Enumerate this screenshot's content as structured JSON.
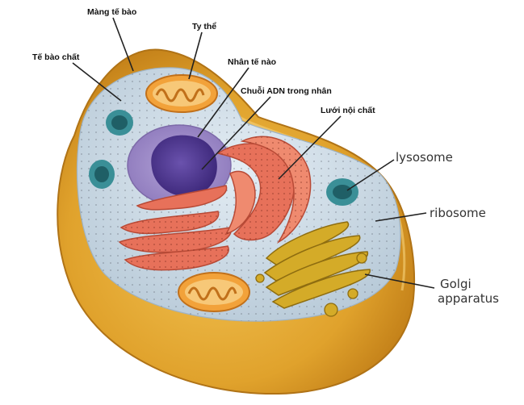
{
  "diagram": {
    "labels": {
      "cell_membrane": "Màng tế bào",
      "mitochondria": "Ty thể",
      "cytoplasm": "Tế bào chất",
      "nucleus": "Nhân tế nào",
      "dna": "Chuỗi ADN trong nhân",
      "er": "Lưới nội chất",
      "lysosome": "lysosome",
      "ribosome": "ribosome",
      "golgi_line1": "Golgi",
      "golgi_line2": "apparatus"
    },
    "colors": {
      "membrane": "#e0a52e",
      "membrane_dark": "#c7871b",
      "cytoplasm": "#cfdde8",
      "nucleus_outer": "#9b87c4",
      "nucleus_inner": "#4d3493",
      "er": "#e7715a",
      "mitochondria": "#f2a23a",
      "golgi": "#d4ab28",
      "lysosome": "#3a8f97"
    }
  }
}
